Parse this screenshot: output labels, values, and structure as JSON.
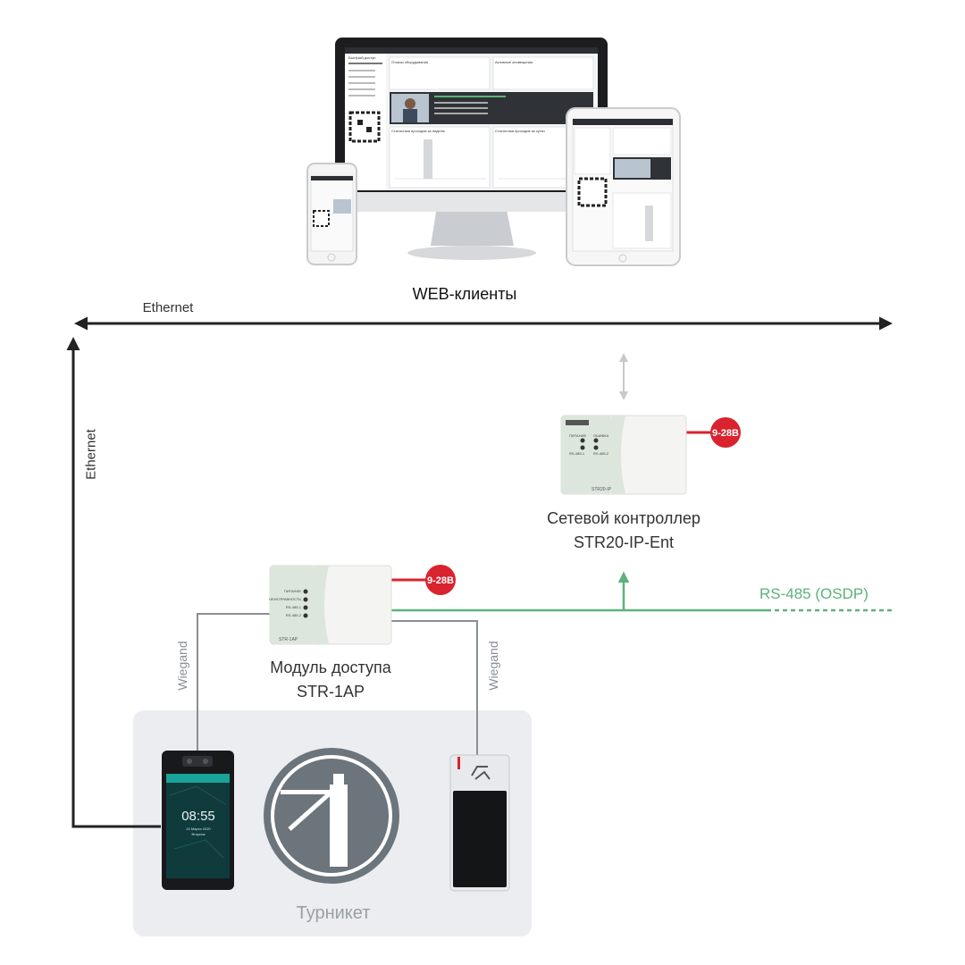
{
  "web_clients": {
    "label": "WEB-клиенты",
    "screen": {
      "panel_failures": "Отказы оборудования",
      "panel_alerts": "Активные оповещения",
      "panel_week": "Статистика проходов за неделю",
      "panel_day": "Статистика проходов за сутки",
      "quick_access": "Быстрый доступ"
    }
  },
  "network": {
    "ethernet_horizontal": "Ethernet",
    "ethernet_vertical": "Ethernet",
    "wiegand_left": "Wiegand",
    "wiegand_right": "Wiegand",
    "rs485": "RS-485 (OSDP)"
  },
  "controller": {
    "title_line1": "Сетевой контроллер",
    "title_line2": "STR20-IP-Ent",
    "power": "9-28В",
    "leds": [
      "ПИТАНИЕ",
      "ОШИБКА",
      "RS-485-1",
      "RS-485-2"
    ],
    "model_mark": "STR20-IP"
  },
  "module": {
    "title_line1": "Модуль доступа",
    "title_line2": "STR-1AP",
    "power": "9-28В",
    "leds": [
      "ПИТАНИЕ",
      "НЕИСПРАВНОСТЬ",
      "RS-485-1",
      "RS-485-2"
    ],
    "model_mark": "STR-1AP"
  },
  "turnstile": {
    "label": "Турникет"
  },
  "terminal": {
    "time": "08:55",
    "date_line1": "24 Марта 2020",
    "date_line2": "Вторник"
  },
  "colors": {
    "rs485": "#5cb27a",
    "power": "#d9232e",
    "arrow": "#222222",
    "wire": "#8a8f94",
    "zone": "#ebedf0"
  }
}
